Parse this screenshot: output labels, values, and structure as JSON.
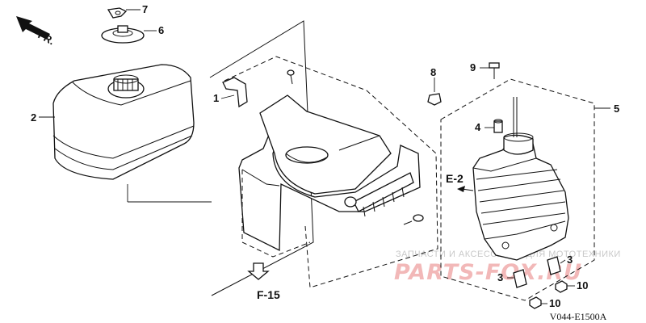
{
  "diagram": {
    "direction_label": "FR.",
    "callouts": [
      {
        "id": "1",
        "text": "1"
      },
      {
        "id": "2",
        "text": "2"
      },
      {
        "id": "3a",
        "text": "3"
      },
      {
        "id": "3b",
        "text": "3"
      },
      {
        "id": "4",
        "text": "4"
      },
      {
        "id": "5",
        "text": "5"
      },
      {
        "id": "6",
        "text": "6"
      },
      {
        "id": "7",
        "text": "7"
      },
      {
        "id": "8",
        "text": "8"
      },
      {
        "id": "9",
        "text": "9"
      },
      {
        "id": "10a",
        "text": "10"
      },
      {
        "id": "10b",
        "text": "10"
      }
    ],
    "refs": {
      "e2": "E-2",
      "f15": "F-15"
    },
    "code": "V044-E1500A"
  },
  "watermark": {
    "top_text": "ЗАПЧАСТИ И АКСЕССУАРЫ ДЛЯ МОТОТЕХНИКИ",
    "brand_text": "PARTS-FOX.RU"
  }
}
